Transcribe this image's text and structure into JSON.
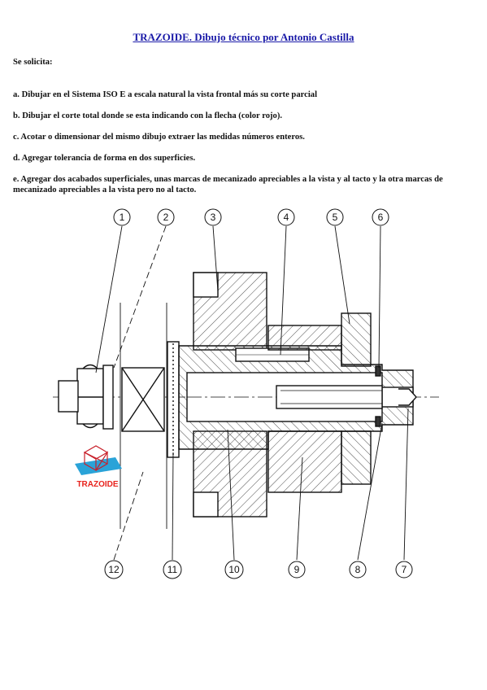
{
  "doc": {
    "title": "TRAZOIDE. Dibujo técnico por Antonio Castilla",
    "intro": "Se solicita:",
    "items": [
      "a. Dibujar en el Sistema ISO E a escala natural la vista frontal más su corte parcial",
      "b. Dibujar el corte total donde se esta indicando con la flecha (color rojo).",
      "c. Acotar o dimensionar del mismo dibujo extraer las medidas números enteros.",
      "d. Agregar tolerancia de forma en dos superficies.",
      "e. Agregar dos acabados superficiales, unas marcas de mecanizado apreciables a la vista y al tacto y la otra marcas de mecanizado apreciables a la vista pero no al tacto."
    ]
  },
  "drawing": {
    "top_labels": [
      "1",
      "2",
      "3",
      "4",
      "5",
      "6"
    ],
    "bottom_labels": [
      "12",
      "11",
      "10",
      "9",
      "8",
      "7"
    ]
  },
  "logo": {
    "text": "TRAZOIDE",
    "colors": {
      "text": "#e8231d",
      "plate": "#2aa3d8",
      "cube": "#c8202a"
    }
  }
}
